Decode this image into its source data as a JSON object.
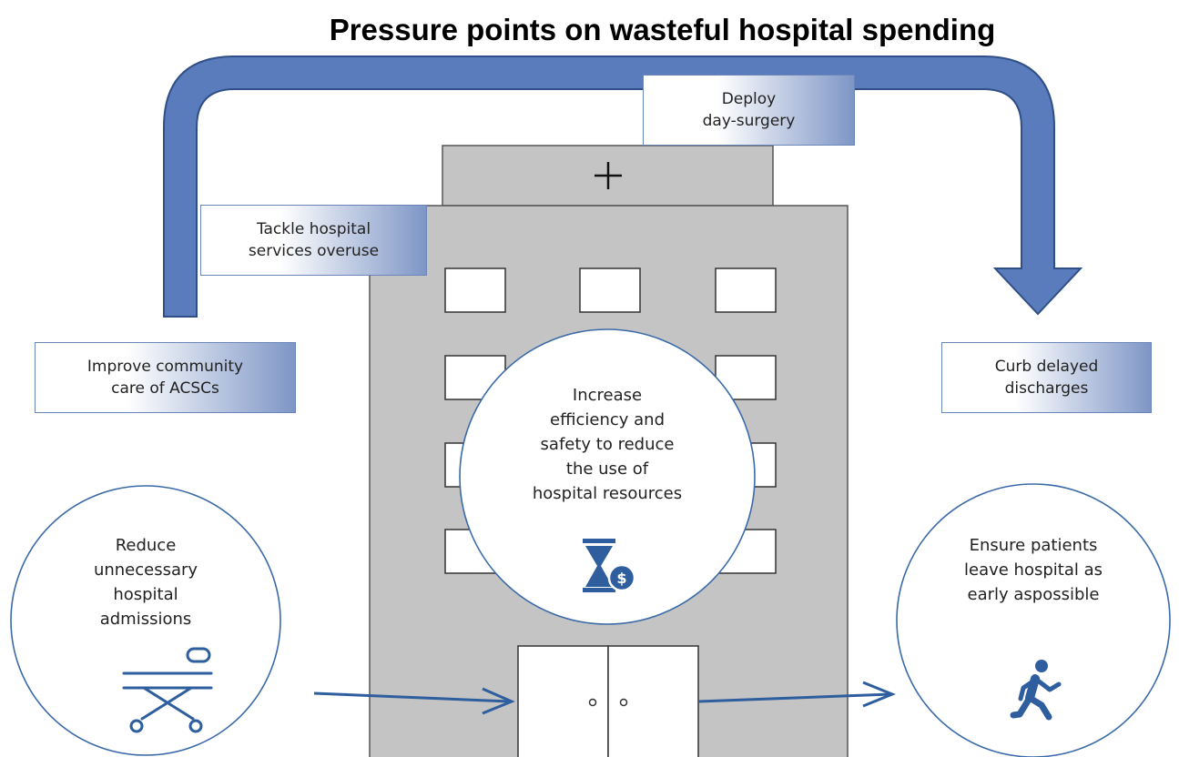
{
  "title": "Pressure points on wasteful hospital spending",
  "labels": {
    "deploy_day_surgery": [
      "Deploy",
      "day-surgery"
    ],
    "tackle_overuse": [
      "Tackle hospital",
      "services overuse"
    ],
    "improve_community_care": [
      "Improve community",
      "care of ACSCs"
    ],
    "curb_delayed_discharges": [
      "Curb delayed",
      "discharges"
    ]
  },
  "circles": {
    "reduce_admissions": [
      "Reduce",
      "unnecessary",
      "hospital",
      "admissions"
    ],
    "increase_efficiency": [
      "Increase",
      "efficiency and",
      "safety to reduce",
      "the use of",
      "hospital resources"
    ],
    "ensure_early_leave": [
      "Ensure patients",
      "leave hospital as",
      "early aspossible"
    ]
  },
  "icons": {
    "left": "stretcher-icon",
    "center": "hourglass-dollar-icon",
    "right": "walking-person-icon",
    "roof": "plus-icon"
  },
  "colors": {
    "arrow_fill": "#5b7cbc",
    "arrow_stroke": "#2f4f86",
    "circle_stroke": "#3a6aa8",
    "building": "#c4c4c4",
    "icon": "#2e5e9e"
  }
}
